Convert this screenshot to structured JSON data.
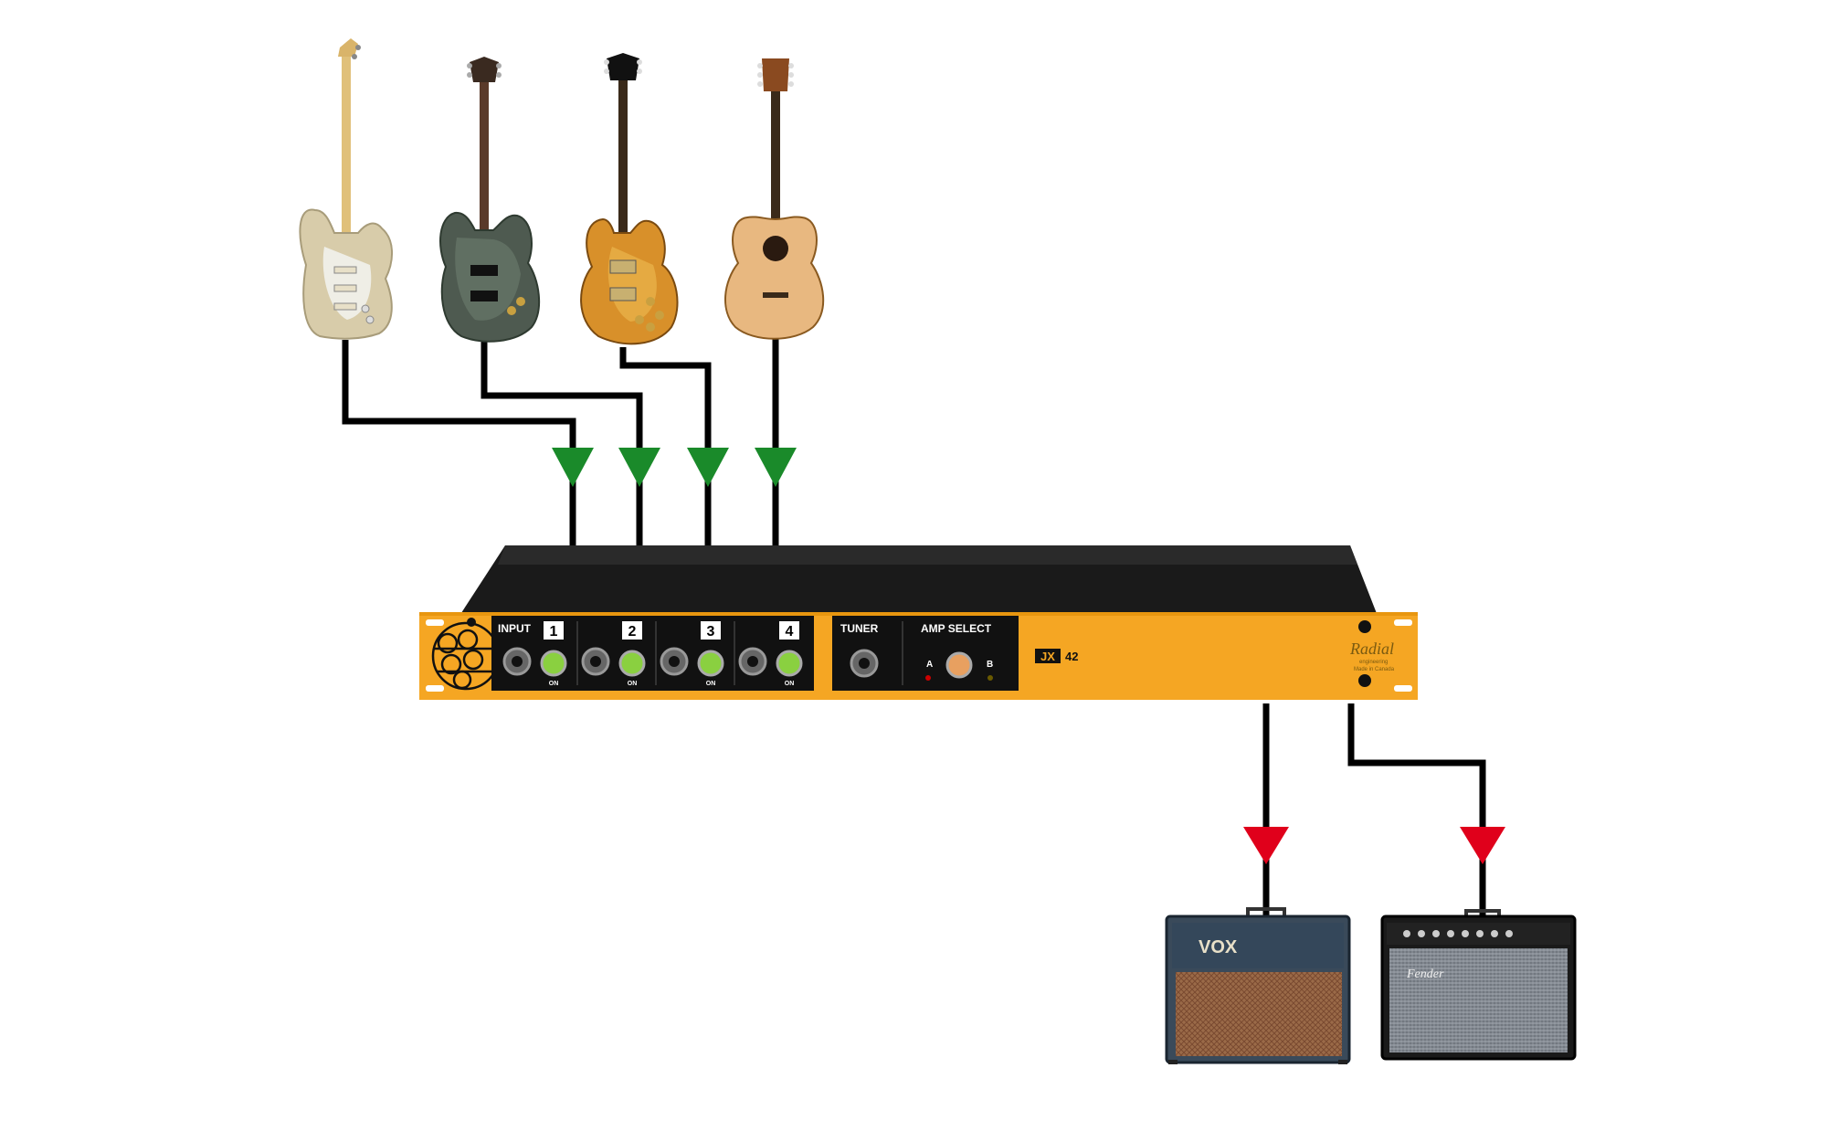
{
  "diagram": {
    "device": {
      "panel_labels": {
        "input": "INPUT",
        "tuner": "TUNER",
        "amp_select": "AMP SELECT",
        "amp_a": "A",
        "amp_b": "B",
        "on": "ON"
      },
      "channels": [
        "1",
        "2",
        "3",
        "4"
      ],
      "model_badge": "JX",
      "model_number": "42",
      "brand": "Radial",
      "brand_sub": "engineering",
      "made_in": "Made in Canada"
    },
    "guitars": [
      "stratocaster",
      "prs",
      "les-paul",
      "acoustic"
    ],
    "amps": {
      "left_brand": "VOX",
      "right_brand": "Fender"
    },
    "colors": {
      "device_yellow": "#f5a623",
      "device_top": "#1a1a1a",
      "input_arrow": "#1a8a2a",
      "output_arrow": "#e0001b",
      "cable": "#000000"
    }
  }
}
